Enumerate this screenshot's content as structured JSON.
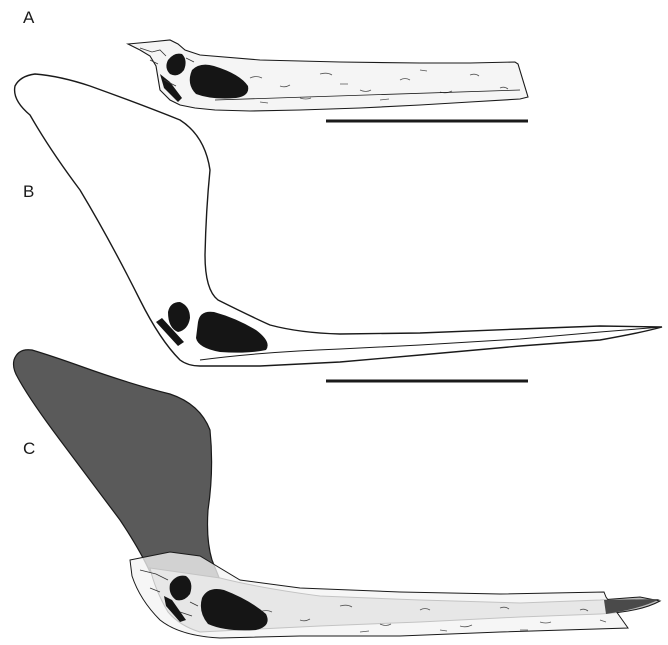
{
  "panels": [
    {
      "label": "A"
    },
    {
      "label": "B"
    },
    {
      "label": "C"
    }
  ],
  "colors": {
    "outline": "#1a1a1a",
    "fenestra_fill": "#151515",
    "crest_fill": "#5a5a5a",
    "jaw_fill": "#bcbcbc",
    "bone_texture_fill": "#f4f4f4",
    "scale_bar": "#1a1a1a"
  }
}
